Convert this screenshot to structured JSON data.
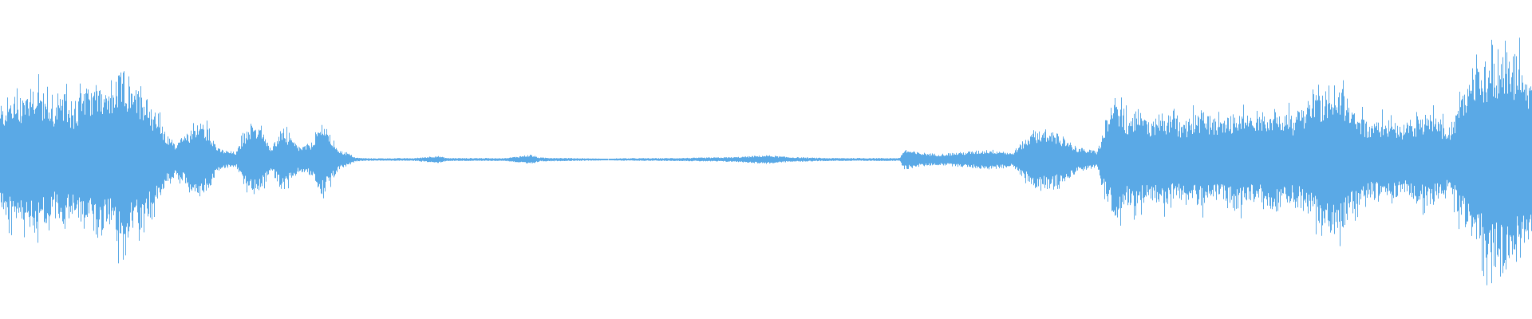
{
  "waveform": {
    "color": "#5aa9e6",
    "background": "#ffffff",
    "amplitude_envelope": [
      [
        0.0,
        0.38
      ],
      [
        0.005,
        0.5
      ],
      [
        0.012,
        0.46
      ],
      [
        0.018,
        0.56
      ],
      [
        0.024,
        0.62
      ],
      [
        0.03,
        0.48
      ],
      [
        0.036,
        0.44
      ],
      [
        0.042,
        0.52
      ],
      [
        0.048,
        0.4
      ],
      [
        0.054,
        0.58
      ],
      [
        0.06,
        0.54
      ],
      [
        0.064,
        0.7
      ],
      [
        0.07,
        0.5
      ],
      [
        0.076,
        0.64
      ],
      [
        0.08,
        0.72
      ],
      [
        0.086,
        0.54
      ],
      [
        0.092,
        0.58
      ],
      [
        0.098,
        0.42
      ],
      [
        0.103,
        0.34
      ],
      [
        0.108,
        0.2
      ],
      [
        0.114,
        0.14
      ],
      [
        0.12,
        0.18
      ],
      [
        0.126,
        0.26
      ],
      [
        0.132,
        0.3
      ],
      [
        0.137,
        0.22
      ],
      [
        0.142,
        0.09
      ],
      [
        0.148,
        0.07
      ],
      [
        0.154,
        0.06
      ],
      [
        0.159,
        0.2
      ],
      [
        0.165,
        0.28
      ],
      [
        0.171,
        0.23
      ],
      [
        0.177,
        0.1
      ],
      [
        0.184,
        0.25
      ],
      [
        0.19,
        0.16
      ],
      [
        0.196,
        0.1
      ],
      [
        0.204,
        0.14
      ],
      [
        0.21,
        0.3
      ],
      [
        0.216,
        0.18
      ],
      [
        0.222,
        0.07
      ],
      [
        0.226,
        0.06
      ],
      [
        0.232,
        0.015
      ],
      [
        0.24,
        0.01
      ],
      [
        0.27,
        0.011
      ],
      [
        0.285,
        0.03
      ],
      [
        0.292,
        0.012
      ],
      [
        0.33,
        0.012
      ],
      [
        0.346,
        0.04
      ],
      [
        0.352,
        0.016
      ],
      [
        0.392,
        0.008
      ],
      [
        0.397,
        0.0
      ],
      [
        0.402,
        0.01
      ],
      [
        0.44,
        0.012
      ],
      [
        0.48,
        0.02
      ],
      [
        0.5,
        0.035
      ],
      [
        0.515,
        0.02
      ],
      [
        0.54,
        0.012
      ],
      [
        0.587,
        0.012
      ],
      [
        0.59,
        0.085
      ],
      [
        0.598,
        0.06
      ],
      [
        0.612,
        0.045
      ],
      [
        0.628,
        0.06
      ],
      [
        0.645,
        0.08
      ],
      [
        0.655,
        0.07
      ],
      [
        0.66,
        0.05
      ],
      [
        0.667,
        0.14
      ],
      [
        0.675,
        0.22
      ],
      [
        0.685,
        0.23
      ],
      [
        0.694,
        0.18
      ],
      [
        0.703,
        0.1
      ],
      [
        0.71,
        0.08
      ],
      [
        0.716,
        0.07
      ],
      [
        0.722,
        0.3
      ],
      [
        0.728,
        0.52
      ],
      [
        0.734,
        0.34
      ],
      [
        0.742,
        0.4
      ],
      [
        0.75,
        0.32
      ],
      [
        0.76,
        0.36
      ],
      [
        0.772,
        0.3
      ],
      [
        0.784,
        0.38
      ],
      [
        0.796,
        0.31
      ],
      [
        0.808,
        0.4
      ],
      [
        0.82,
        0.33
      ],
      [
        0.832,
        0.42
      ],
      [
        0.844,
        0.34
      ],
      [
        0.856,
        0.46
      ],
      [
        0.866,
        0.56
      ],
      [
        0.874,
        0.6
      ],
      [
        0.882,
        0.42
      ],
      [
        0.892,
        0.3
      ],
      [
        0.904,
        0.32
      ],
      [
        0.916,
        0.28
      ],
      [
        0.924,
        0.32
      ],
      [
        0.932,
        0.38
      ],
      [
        0.94,
        0.3
      ],
      [
        0.946,
        0.26
      ],
      [
        0.952,
        0.44
      ],
      [
        0.96,
        0.62
      ],
      [
        0.968,
        0.76
      ],
      [
        0.976,
        0.86
      ],
      [
        0.982,
        0.9
      ],
      [
        0.988,
        0.82
      ],
      [
        0.994,
        0.76
      ],
      [
        1.0,
        0.56
      ]
    ]
  }
}
